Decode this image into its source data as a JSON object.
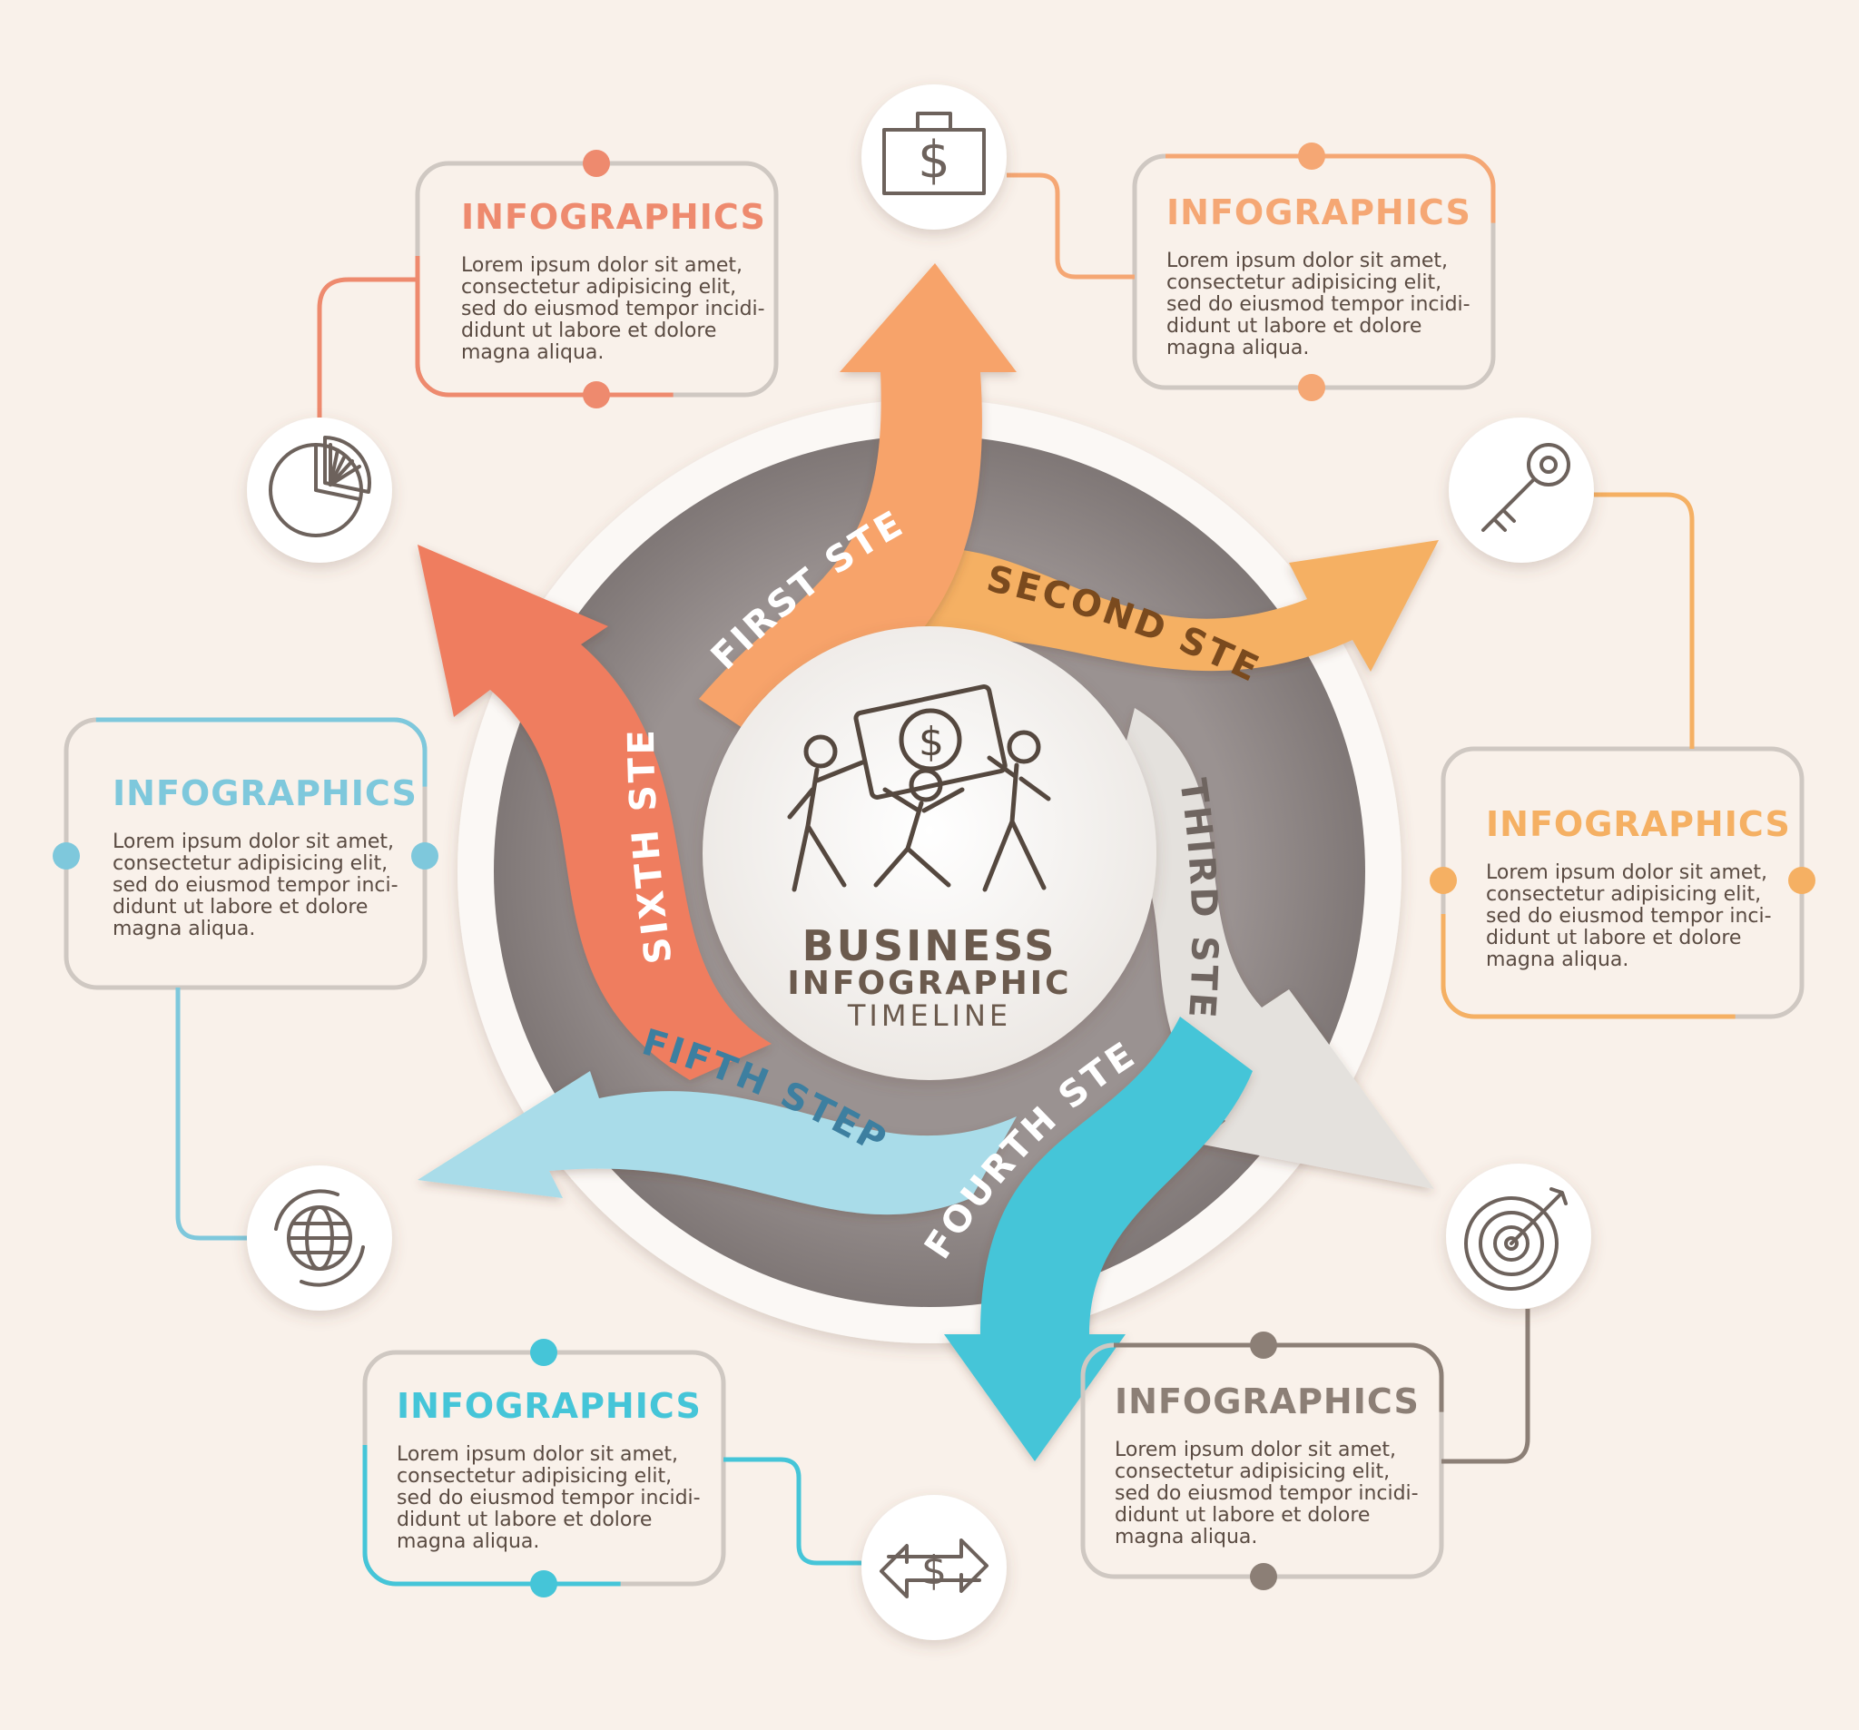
{
  "center": {
    "line1": "BUSINESS",
    "line2": "INFOGRAPHIC",
    "line3": "TIMELINE",
    "icon": "people-carrying-money-icon"
  },
  "steps": [
    {
      "label": "FIRST STEP",
      "color": "#f7a36a"
    },
    {
      "label": "SECOND STEP",
      "color": "#f5b063"
    },
    {
      "label": "THIRD STEP",
      "color": "#e4e1dd"
    },
    {
      "label": "FOURTH STEP",
      "color": "#45c5d8"
    },
    {
      "label": "FIFTH STEP",
      "color": "#a9dce9"
    },
    {
      "label": "SIXTH STEP",
      "color": "#ef7d5f"
    }
  ],
  "boxes": [
    {
      "title": "INFOGRAPHICS",
      "lines": [
        "Lorem ipsum dolor sit amet,",
        "consectetur adipisicing elit,",
        "sed do eiusmod tempor incidi-",
        "didunt ut labore et dolore",
        "magna aliqua."
      ],
      "color": "#ee8a6e",
      "icon": "pie-chart-icon"
    },
    {
      "title": "INFOGRAPHICS",
      "lines": [
        "Lorem ipsum dolor sit amet,",
        "consectetur adipisicing elit,",
        "sed do eiusmod tempor incidi-",
        "didunt ut labore et dolore",
        "magna aliqua."
      ],
      "color": "#f5a774",
      "icon": "briefcase-dollar-icon"
    },
    {
      "title": "INFOGRAPHICS",
      "lines": [
        "Lorem ipsum dolor sit amet,",
        "consectetur adipisicing elit,",
        "sed do eiusmod tempor inci-",
        "didunt ut labore et dolore",
        "magna aliqua."
      ],
      "color": "#f5b063",
      "icon": "key-icon"
    },
    {
      "title": "INFOGRAPHICS",
      "lines": [
        "Lorem ipsum dolor sit amet,",
        "consectetur adipisicing elit,",
        "sed do eiusmod tempor incidi-",
        "didunt ut labore et dolore",
        "magna aliqua."
      ],
      "color": "#8c7f76",
      "icon": "target-arrow-icon"
    },
    {
      "title": "INFOGRAPHICS",
      "lines": [
        "Lorem ipsum dolor sit amet,",
        "consectetur adipisicing elit,",
        "sed do eiusmod tempor incidi-",
        "didunt ut labore et dolore",
        "magna aliqua."
      ],
      "color": "#45c5d8",
      "icon": "dollar-exchange-icon"
    },
    {
      "title": "INFOGRAPHICS",
      "lines": [
        "Lorem ipsum dolor sit amet,",
        "consectetur adipisicing elit,",
        "sed do eiusmod tempor inci-",
        "didunt ut labore et dolore",
        "magna aliqua."
      ],
      "color": "#7ec8dc",
      "icon": "globe-refresh-icon"
    }
  ]
}
